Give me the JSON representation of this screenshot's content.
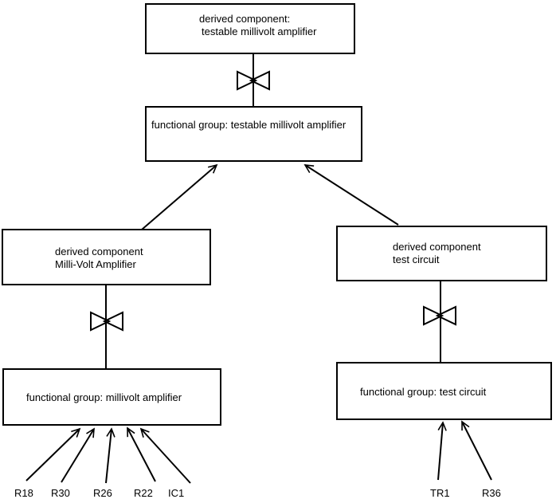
{
  "diagram": {
    "colors": {
      "line": "#000000",
      "background": "#ffffff"
    },
    "nodes": {
      "derived_testable": {
        "line1": "derived component:",
        "line2": "testable millivolt amplifier"
      },
      "fg_testable": {
        "label": "functional group: testable millivolt amplifier"
      },
      "derived_mva": {
        "line1": "derived component",
        "line2": "Milli-Volt Amplifier"
      },
      "derived_test": {
        "line1": "derived component",
        "line2": "test circuit"
      },
      "fg_mva": {
        "label": "functional group: millivolt amplifier"
      },
      "fg_test": {
        "label": "functional group: test circuit"
      }
    },
    "components": {
      "r18": "R18",
      "r30": "R30",
      "r26": "R26",
      "r22": "R22",
      "ic1": "IC1",
      "tr1": "TR1",
      "r36": "R36"
    }
  }
}
